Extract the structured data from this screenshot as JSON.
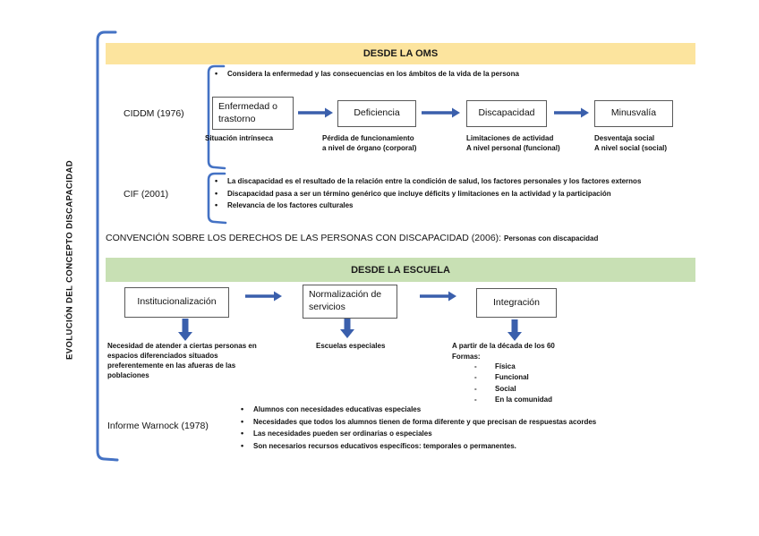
{
  "sidebar_title": "EVOLUCIÓN DEL CONCEPTO DISCAPACIDAD",
  "colors": {
    "oms_banner_bg": "#FCE49E",
    "escuela_banner_bg": "#C8E0B4",
    "arrow_blue": "#3A5FAC",
    "bracket_blue": "#4472C4",
    "box_border": "#595959"
  },
  "oms": {
    "banner_label": "DESDE LA OMS",
    "intro_bullet": "Considera la enfermedad y las consecuencias en los ámbitos de la vida de la persona",
    "ciddm": {
      "label": "CIDDM (1976)",
      "boxes": [
        "Enfermedad o trastorno",
        "Deficiencia",
        "Discapacidad",
        "Minusvalía"
      ],
      "captions": [
        [
          "Situación intrínseca",
          ""
        ],
        [
          "Pérdida de funcionamiento",
          "a nivel de órgano (corporal)"
        ],
        [
          "Limitaciones de actividad",
          "A nivel personal (funcional)"
        ],
        [
          "Desventaja social",
          "A nivel social (social)"
        ]
      ]
    },
    "cif": {
      "label": "CIF (2001)",
      "bullets": [
        "La discapacidad es el resultado de la relación entre la condición de salud, los factores personales y los factores externos",
        "Discapacidad pasa a ser un término genérico que incluye déficits y limitaciones en la actividad y la participación",
        "Relevancia de los factores culturales"
      ]
    },
    "convencion": {
      "title": "CONVENCIÓN SOBRE LOS DERECHOS DE LAS PERSONAS CON DISCAPACIDAD (2006): ",
      "note": "Personas con discapacidad"
    }
  },
  "escuela": {
    "banner_label": "DESDE LA ESCUELA",
    "boxes": [
      "Institucionalización",
      "Normalización de servicios",
      "Integración"
    ],
    "captions": {
      "institucionalizacion": "Necesidad de atender a ciertas personas en espacios diferenciados situados preferentemente en las afueras de las poblaciones",
      "normalizacion": "Escuelas especiales",
      "integracion_intro": "A partir de la década de los 60",
      "formas_label": "Formas:",
      "formas": [
        "Física",
        "Funcional",
        "Social",
        "En la comunidad"
      ]
    },
    "warnock": {
      "label": "Informe Warnock (1978)",
      "bullets": [
        "Alumnos con necesidades educativas especiales",
        "Necesidades que todos los alumnos tienen de forma diferente y que precisan de respuestas acordes",
        "Las necesidades pueden ser ordinarias o especiales",
        "Son necesarios recursos educativos específicos: temporales o permanentes."
      ]
    }
  }
}
